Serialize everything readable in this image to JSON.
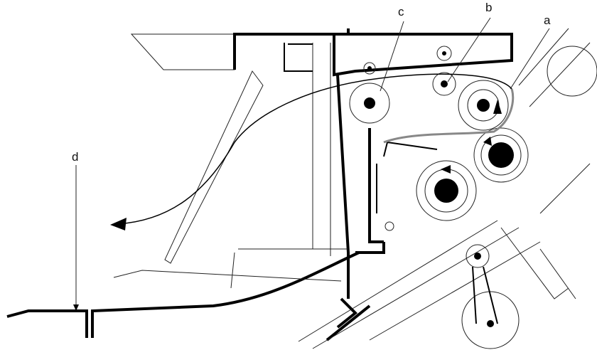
{
  "diagram": {
    "labels": {
      "a": "a",
      "b": "b",
      "c": "c",
      "d": "d"
    },
    "colors": {
      "line": "#000000",
      "paper_path": "#888888",
      "background": "#ffffff"
    }
  }
}
